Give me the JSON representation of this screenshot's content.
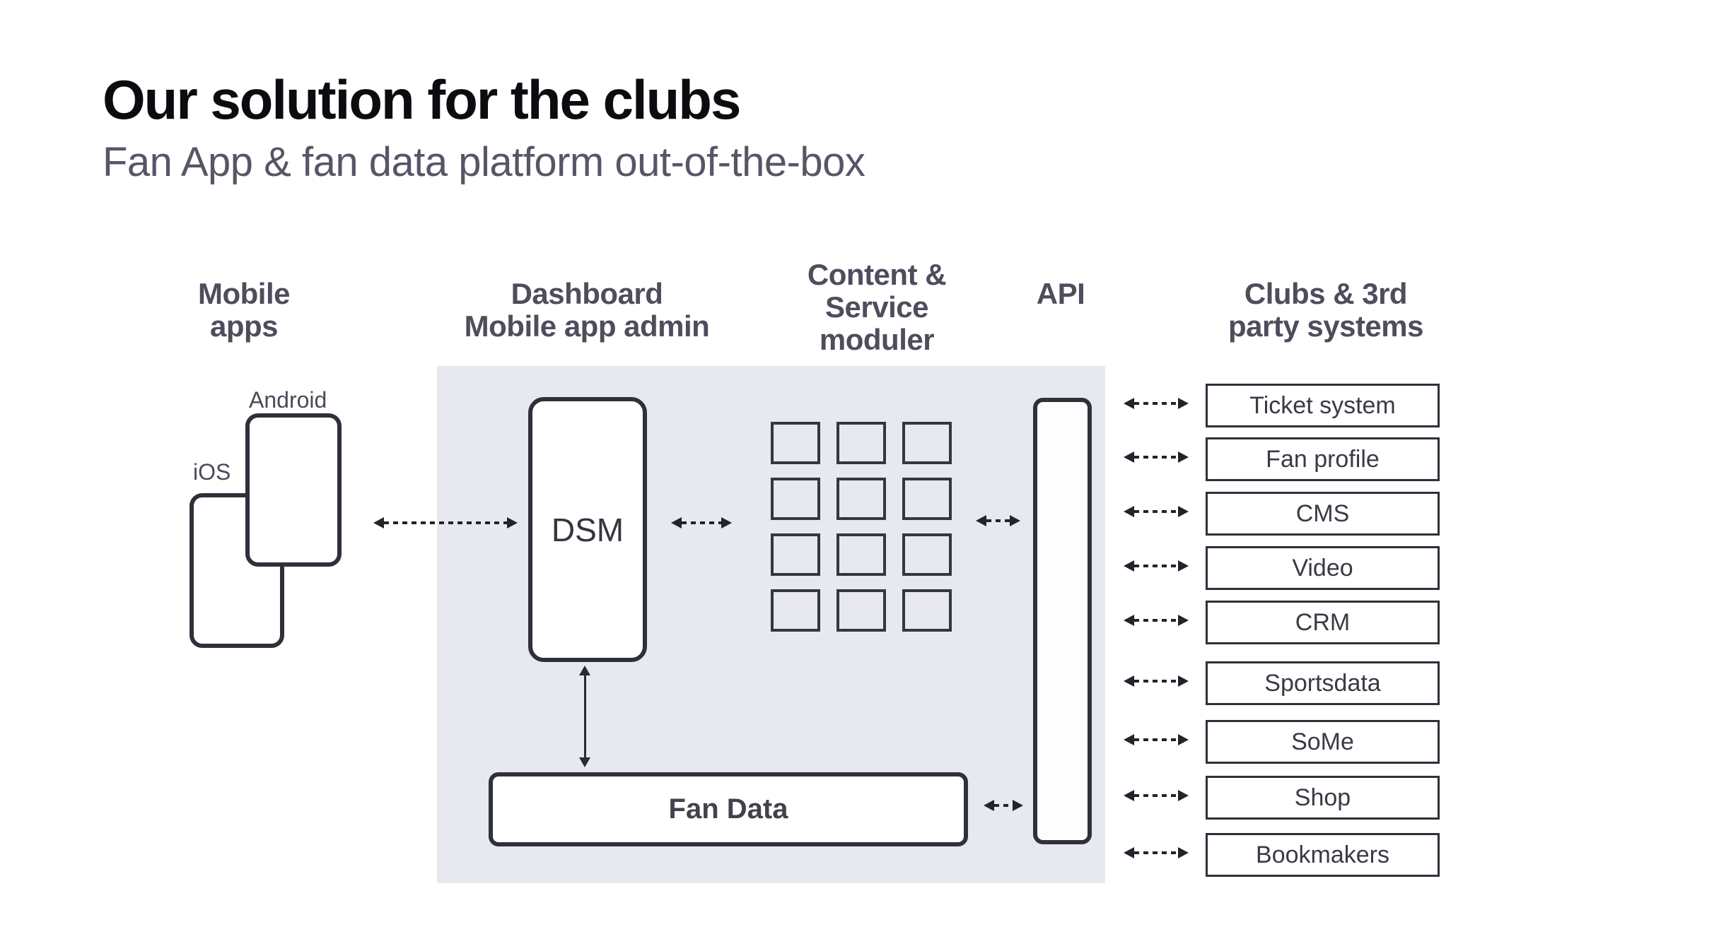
{
  "slide": {
    "title": "Our solution for the clubs",
    "subtitle": "Fan App & fan data platform out-of-the-box"
  },
  "headers": {
    "mobile_apps": [
      "Mobile",
      "apps"
    ],
    "dashboard": [
      "Dashboard",
      "Mobile app admin"
    ],
    "content_service": [
      "Content &",
      "Service",
      "moduler"
    ],
    "api": [
      "API"
    ],
    "clubs": [
      "Clubs & 3rd",
      "party systems"
    ]
  },
  "nodes": {
    "ios_label": "iOS",
    "android_label": "Android",
    "dsm_label": "DSM",
    "fan_data_label": "Fan Data"
  },
  "systems": [
    "Ticket system",
    "Fan profile",
    "CMS",
    "Video",
    "CRM",
    "Sportsdata",
    "SoMe",
    "Shop",
    "Bookmakers"
  ],
  "module_grid": {
    "rows": 4,
    "cols": 3
  },
  "colors": {
    "panel": "#e8e8f0",
    "border": "#2e303a",
    "heading_text": "#4d4d5d",
    "title_text": "#0b0b10",
    "subtitle_text": "#565667",
    "arrow": "#23232c"
  }
}
